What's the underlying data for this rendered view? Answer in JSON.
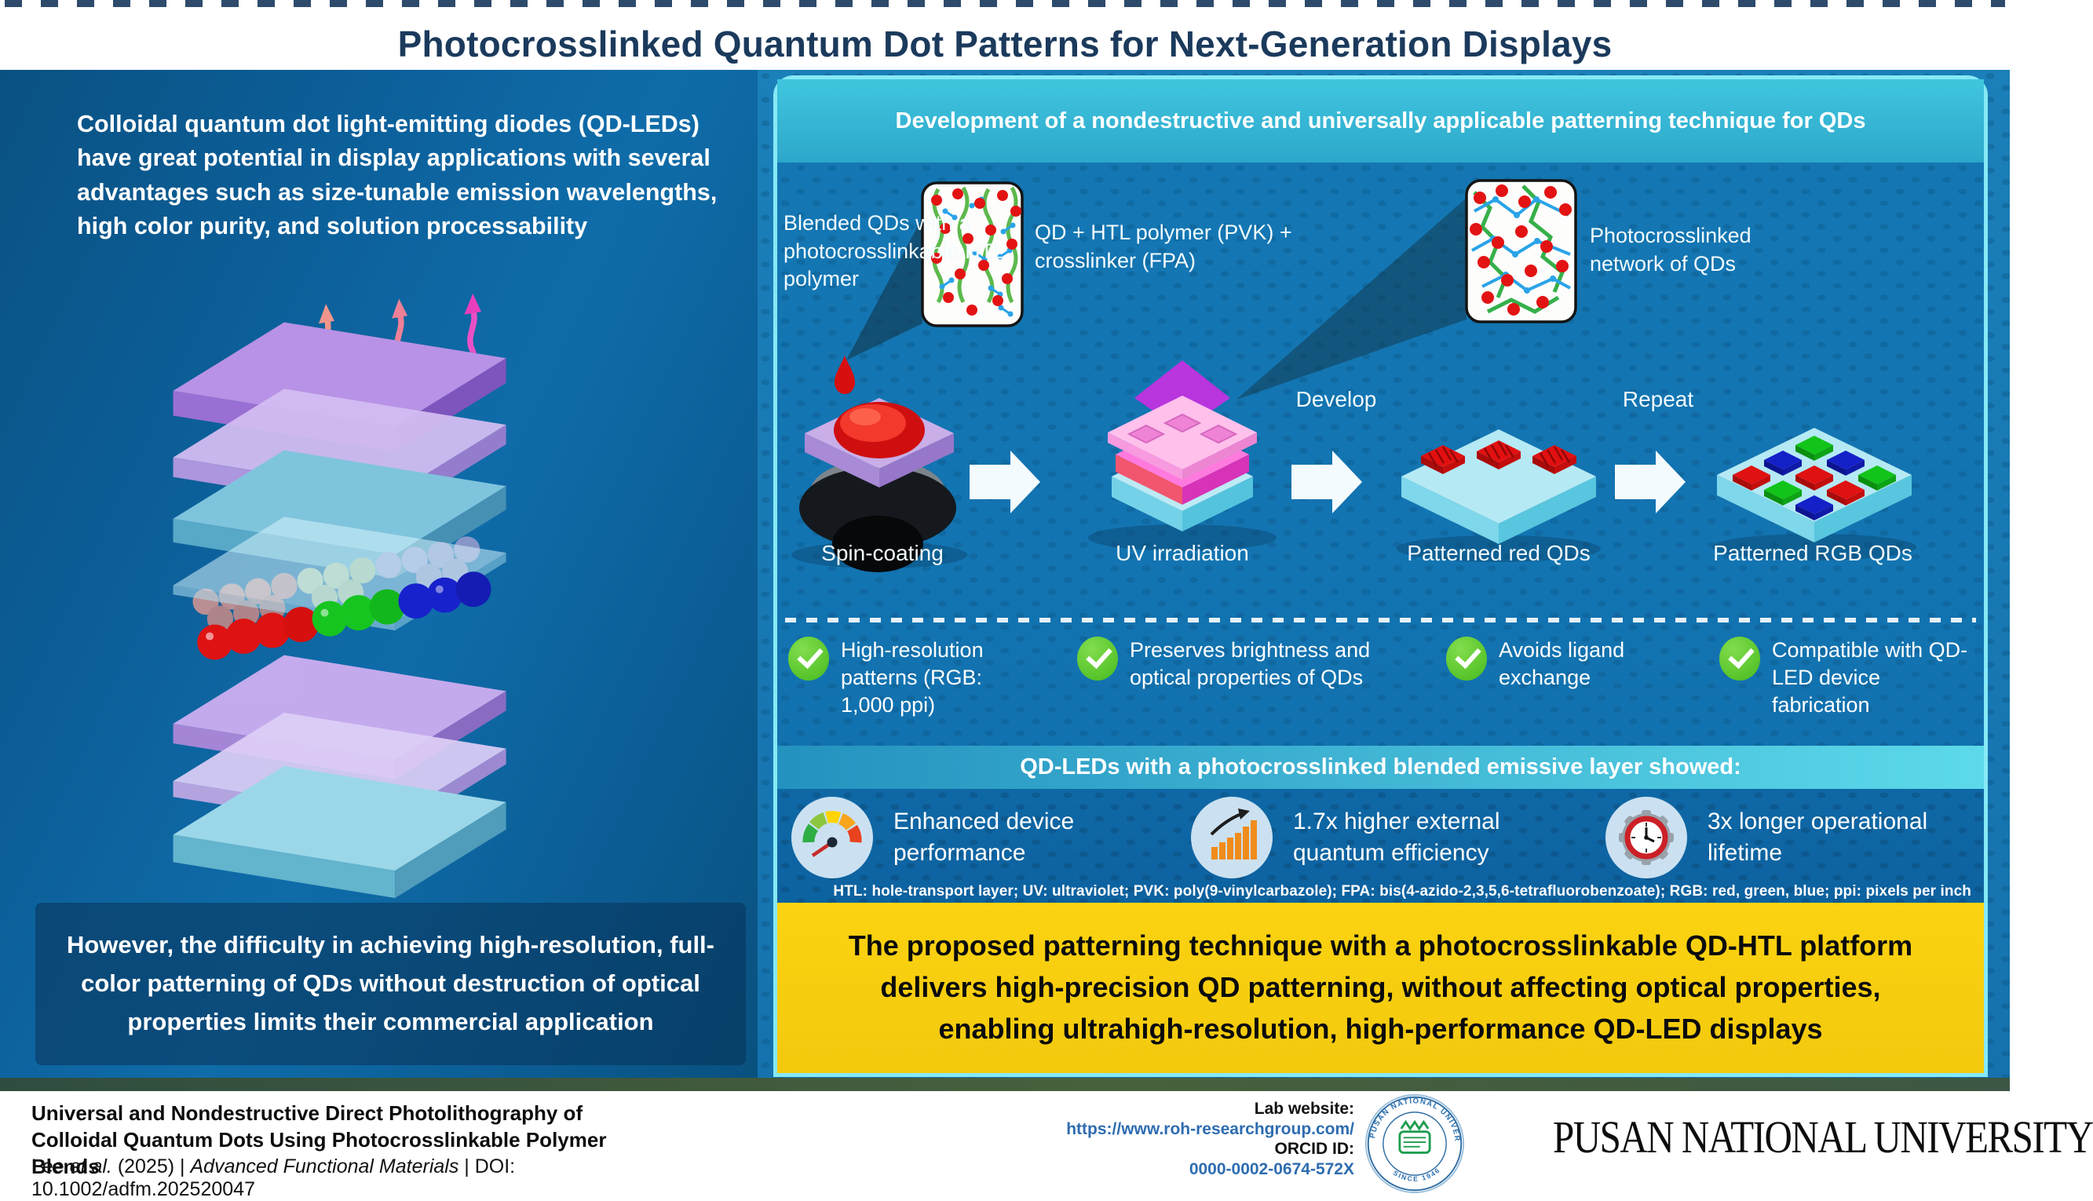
{
  "title": "Photocrosslinked Quantum Dot Patterns for Next-Generation Displays",
  "left_panel": {
    "intro": "Colloidal quantum dot light-emitting diodes (QD-LEDs) have great potential in display applications with several advantages such as size-tunable emission wavelengths, high color purity, and solution processability",
    "problem": "However, the difficulty in achieving high-resolution, full-color patterning of QDs without destruction of optical properties limits their commercial application"
  },
  "right_panel": {
    "header": "Development of a nondestructive and universally applicable patterning technique for QDs",
    "flow": {
      "blended_label": "Blended QDs with a photocrosslinkable HTL polymer",
      "mix_label": "QD + HTL polymer (PVK) + crosslinker (FPA)",
      "network_label": "Photocrosslinked network of QDs",
      "develop_label": "Develop",
      "repeat_label": "Repeat",
      "steps": [
        "Spin-coating",
        "UV irradiation",
        "Patterned red QDs",
        "Patterned RGB QDs"
      ]
    },
    "benefits": [
      "High-resolution patterns (RGB: 1,000 ppi)",
      "Preserves brightness and optical properties of QDs",
      "Avoids ligand exchange",
      "Compatible with QD-LED device fabrication"
    ],
    "banner": "QD-LEDs with a photocrosslinked blended emissive layer showed:",
    "results": [
      {
        "icon": "gauge-icon",
        "text": "Enhanced device performance"
      },
      {
        "icon": "bar-chart-icon",
        "text": "1.7x higher external quantum efficiency"
      },
      {
        "icon": "gear-clock-icon",
        "text": "3x longer operational lifetime"
      }
    ],
    "footnote": "HTL: hole-transport layer; UV: ultraviolet; PVK: poly(9-vinylcarbazole); FPA: bis(4-azido-2,3,5,6-tetrafluorobenzoate); RGB: red, green, blue; ppi: pixels per inch",
    "conclusion": "The proposed patterning technique with a photocrosslinkable QD-HTL platform delivers high-precision QD patterning, without affecting optical properties, enabling ultrahigh-resolution, high-performance QD-LED displays"
  },
  "footer": {
    "paper_title": "Universal and Nondestructive Direct Photolithography of Colloidal Quantum Dots Using Photocrosslinkable Polymer Blends",
    "citation": {
      "p1": "Lee ",
      "i1": "et al.",
      "p2": " (2025) | ",
      "i2": "Advanced Functional Materials",
      "p3": " | DOI: 10.1002/adfm.202520047"
    },
    "lab_website_label": "Lab website:",
    "lab_website_url": "https://www.roh-researchgroup.com/",
    "orcid_label": "ORCID ID:",
    "orcid_value": "0000-0002-0674-572X",
    "university_wordmark": "PUSAN NATIONAL UNIVERSITY",
    "seal": {
      "ring_text": "PUSAN NATIONAL UNIVERSITY",
      "bottom_text": "SINCE 1946"
    }
  },
  "colors": {
    "title_navy": "#1b3a5c",
    "left_blue": "#0c5f99",
    "panel_border_cyan": "#86e9f5",
    "header_teal": "#35bcd7",
    "check_green": "#4fc32a",
    "results_blue": "#0f68a6",
    "conclusion_yellow": "#f7cf0f",
    "link_blue": "#2e6cb0"
  }
}
